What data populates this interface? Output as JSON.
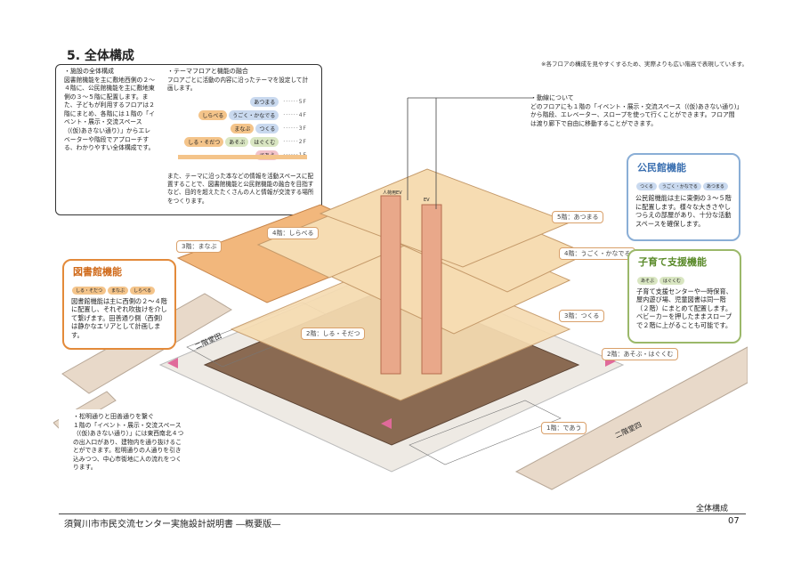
{
  "page": {
    "title": "5. 全体構成",
    "note": "※各フロアの構成を見やすくするため、実際よりも広い階高で表現しています。",
    "caption": "全体構成",
    "footer": "須賀川市市民交流センター実施設計説明書 ―概要版―",
    "page_number": "07"
  },
  "overview": {
    "heading": "・施設の全体構成",
    "body": "図書館機能を主に敷地西側の２～４階に、公民館機能を主に敷地東側の３～５階に配置します。また、子どもが利用するフロアは２階にまとめ、各階には１階の「イベント・展示・交流スペース（(仮)あきない通り）」からエレベーターや階段でアプローチする、わかりやすい全体構成です。"
  },
  "theme": {
    "heading": "・テーマフロアと機能の融合",
    "intro": "フロアごとに活動の内容に沿ったテーマを設定して計画します。",
    "floors": [
      {
        "chips": [
          "あつまる"
        ],
        "level": "5F"
      },
      {
        "chips": [
          "しらべる",
          "うごく・かなでる"
        ],
        "level": "4F"
      },
      {
        "chips": [
          "まなぶ",
          "つくる"
        ],
        "level": "3F"
      },
      {
        "chips": [
          "しる・そだつ",
          "あそぶ",
          "はぐくむ"
        ],
        "level": "2F"
      },
      {
        "chips": [
          "であう"
        ],
        "level": "1F"
      }
    ],
    "body": "また、テーマに沿った本などの情報を活動スペースに配置することで、図書館機能と公民館機能の融合を目指すなど、目的を超えたたくさんの人と情報が交流する場所をつくります。"
  },
  "circulation": {
    "heading": "・動線について",
    "body": "どのフロアにも１階の「イベント・展示・交流スペース（(仮)あきない通り)」から階段、エレベーター、スロープを使って行くことができます。フロア間は渡り廊下で自由に移動することができます。"
  },
  "kominkan": {
    "title": "公民館機能",
    "chips": [
      "つくる",
      "うごく・かなでる",
      "あつまる"
    ],
    "body": "公民館機能は主に東側の３～５階に配置します。様々な大きさやしつらえの部屋があり、十分な活動スペースを確保します。"
  },
  "library": {
    "title": "図書館機能",
    "chips": [
      "しる・そだつ",
      "まなぶ",
      "しらべる"
    ],
    "body": "図書館機能は主に西側の２～４階に配置し、それぞれ吹抜けを介して繋げます。田善通り側（西側）は静かなエリアとして計画します。"
  },
  "childcare": {
    "title": "子育て支援機能",
    "chips": [
      "あそぶ",
      "はぐくむ"
    ],
    "body": "子育て支援センターや一時保育、屋内遊び場、児童図書は同一階（２階）にまとめて配置します。ベビーカーを押したままスロープで２階に上がることも可能です。"
  },
  "streets": {
    "heading": "・松明通りと田善通りを繋ぐ",
    "body": "１階の「イベント・展示・交流スペース（(仮)あきない通り）」には東西南北４つの出入口があり、建物内を通り抜けることができます。松明通りの人通りを引き込みつつ、中心市街地に人の流れをつくります。",
    "road_left": "二階堂田",
    "road_right": "二階堂四",
    "elevator": "人荷用EV",
    "ev": "EV"
  },
  "floor_labels": {
    "f5": "5階：あつまる",
    "f4l": "4階：しらべる",
    "f4r": "4階：うごく・かなでる",
    "f3l": "3階：まなぶ",
    "f3r": "3階：つくる",
    "f2l": "2階：しる・そだつ",
    "f2r": "2階：あそぶ・はぐくむ",
    "f1": "1階：であう"
  },
  "colors": {
    "library": "#e38a3a",
    "kominkan": "#7a9fc9",
    "childcare": "#9bb86a",
    "floor": "#f6dcb2",
    "ground": "#8a6a52",
    "road": "#e8d9c9"
  }
}
